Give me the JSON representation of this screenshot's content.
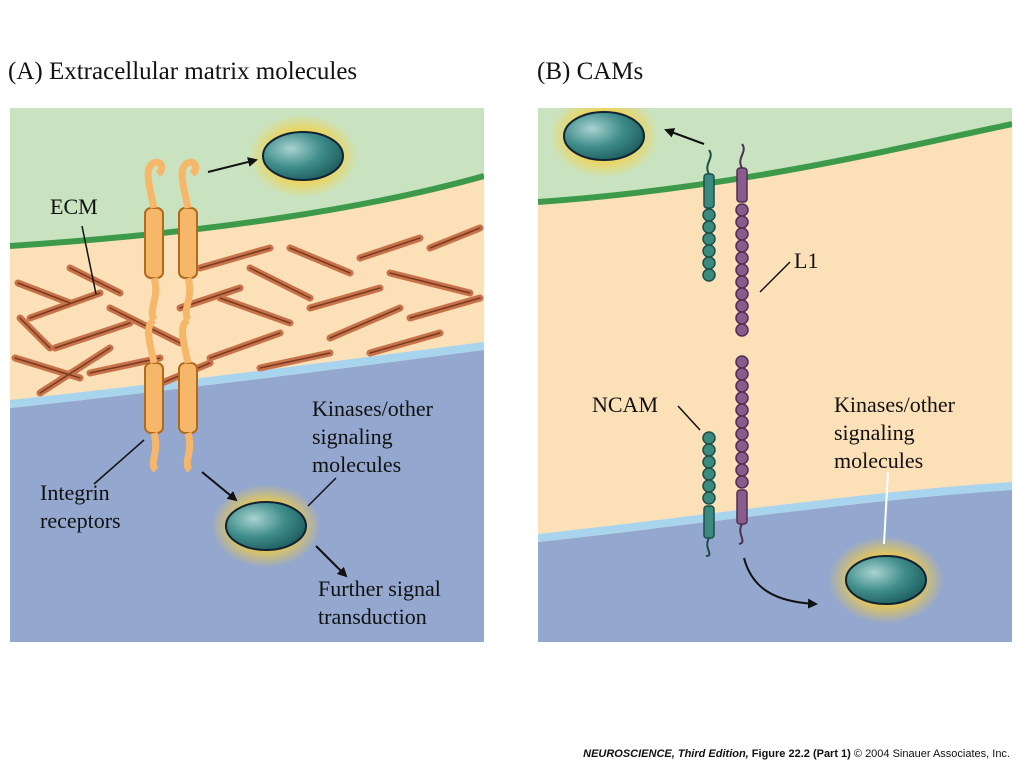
{
  "panel_a": {
    "title": "(A)  Extracellular matrix molecules",
    "labels": {
      "ecm": "ECM",
      "integrin_line1": "Integrin",
      "integrin_line2": "receptors",
      "kinases_line1": "Kinases/other",
      "kinases_line2": "signaling",
      "kinases_line3": "molecules",
      "further_line1": "Further signal",
      "further_line2": "transduction"
    }
  },
  "panel_b": {
    "title": "(B)  CAMs",
    "labels": {
      "l1": "L1",
      "ncam": "NCAM",
      "kinases_line1": "Kinases/other",
      "kinases_line2": "signaling",
      "kinases_line3": "molecules"
    }
  },
  "caption": {
    "book": "NEUROSCIENCE",
    "edition": ", Third Edition,",
    "figure": " Figure 22.2 (Part 1)",
    "copyright": "© 2004 Sinauer Associates, Inc."
  },
  "colors": {
    "cell_green": "#c9e3c1",
    "membrane_green": "#3d9a4a",
    "extracellular_peach": "#fce0b8",
    "cytoplasm_blue": "#93a7cf",
    "membrane_blue": "#a8d4ee",
    "fiber_brown": "#c8724a",
    "integrin_orange": "#f6b76a",
    "ncam_teal": "#3a8a80",
    "l1_purple": "#8a5c8e",
    "molecule_teal": "#2f8080",
    "glow_yellow": "#f8cf3a"
  }
}
